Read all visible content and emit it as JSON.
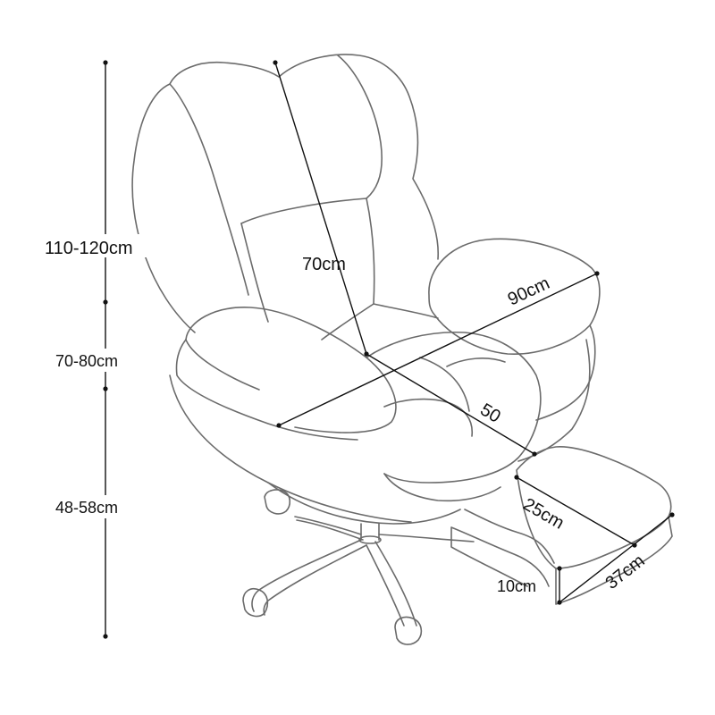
{
  "diagram": {
    "labels": {
      "total_height": "110-120cm",
      "armrest_height": "70-80cm",
      "seat_height": "48-58cm",
      "backrest_height": "70cm",
      "seat_width": "90cm",
      "seat_depth": "50",
      "footrest_length": "25cm",
      "footrest_width": "37cm",
      "footrest_thickness": "10cm"
    }
  }
}
